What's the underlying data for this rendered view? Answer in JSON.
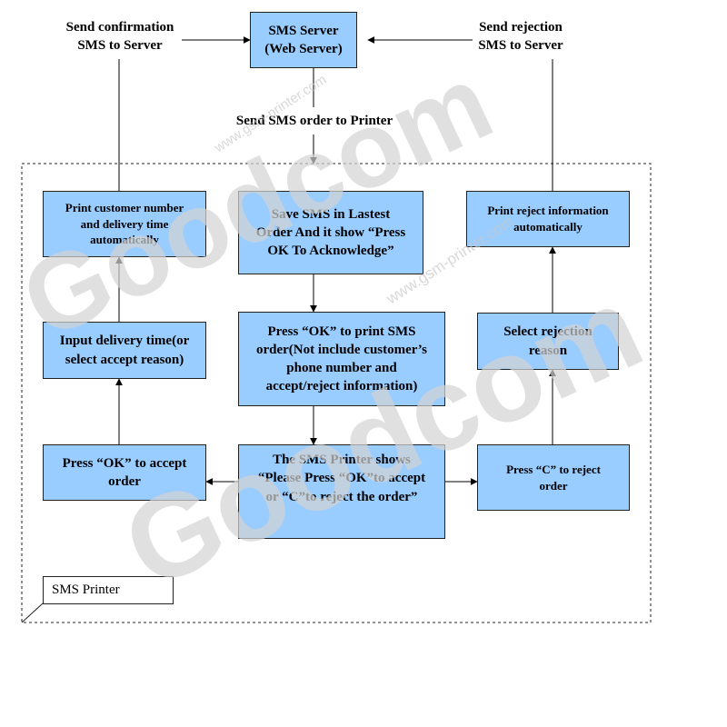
{
  "nodes": {
    "sms_server": "SMS Server\n(Web Server)",
    "save_sms": "Save SMS in Lastest\nOrder And it show “Press\nOK To Acknowledge”",
    "press_ok_print": "Press “OK” to print SMS\norder(Not include customer’s\nphone number and\naccept/reject information)",
    "printer_shows": "The SMS Printer shows\n“Please Press “OK”to accept\nor “C”to reject the order”",
    "press_ok_accept": "Press “OK” to accept\norder",
    "input_delivery": "Input delivery time(or\nselect accept reason)",
    "print_customer": "Print customer number\nand delivery time\nautomatically",
    "press_c_reject": "Press “C” to reject\norder",
    "select_rejection": "Select rejection\nreason",
    "print_reject": "Print reject information\nautomatically"
  },
  "labels": {
    "send_confirmation": "Send confirmation\nSMS to Server",
    "send_rejection": "Send rejection\nSMS to Server",
    "send_order": "Send SMS order to Printer"
  },
  "group_label": "SMS Printer",
  "watermark": {
    "brand": "Goodcom",
    "url": "www.gsm-printer.com"
  },
  "colors": {
    "box_fill": "#99ccff",
    "box_border": "#222222",
    "watermark": "#d4d4d4"
  }
}
